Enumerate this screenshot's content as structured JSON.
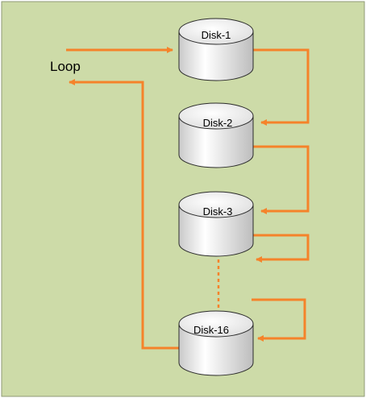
{
  "diagram": {
    "loop_label": "Loop",
    "disks": [
      {
        "label": "Disk-1"
      },
      {
        "label": "Disk-2"
      },
      {
        "label": "Disk-3"
      },
      {
        "label": "Disk-16"
      }
    ]
  },
  "colors": {
    "background": "#cddba8",
    "arrow": "#f5832a",
    "disk_fill": "#ffffff",
    "disk_stroke": "#2b2b2b"
  }
}
